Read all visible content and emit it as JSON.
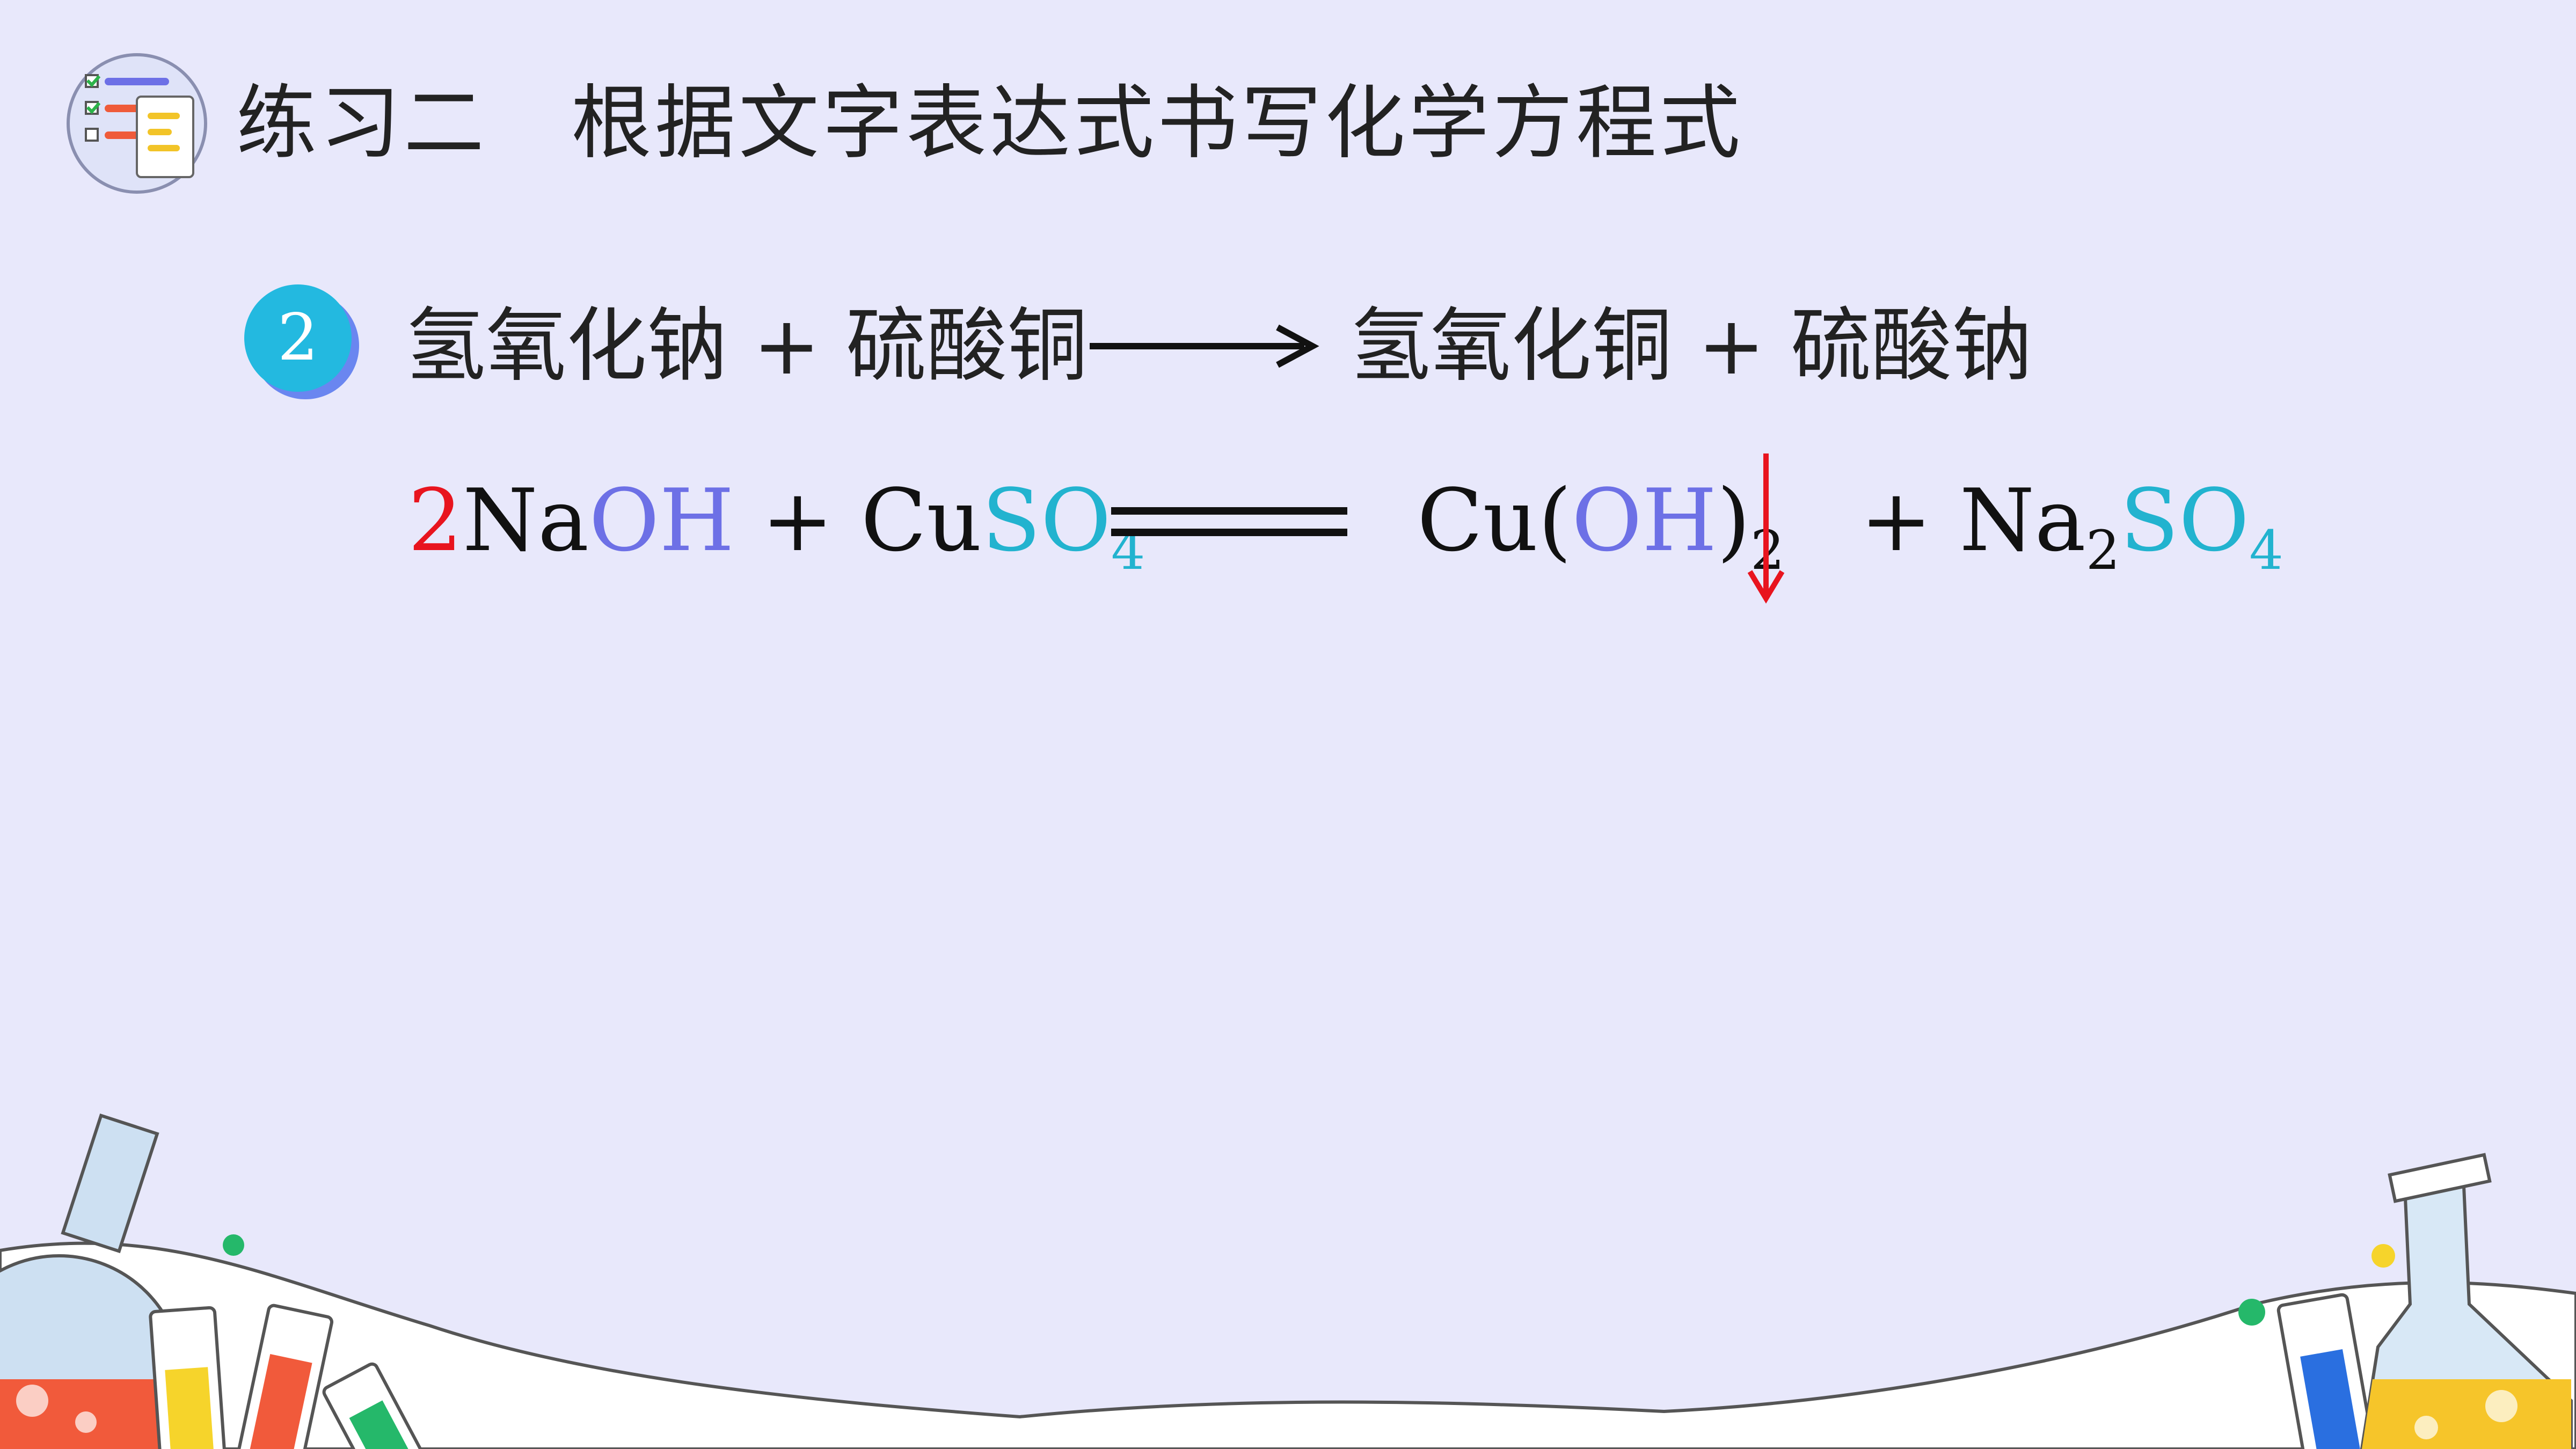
{
  "title": "练习二　根据文字表达式书写化学方程式",
  "problem": {
    "number": "2",
    "word_equation": {
      "left": "氢氧化钠 + 硫酸铜",
      "right": "氢氧化铜 + 硫酸钠"
    },
    "chemical_equation": {
      "left": {
        "coef": "2",
        "na": "Na",
        "oh": "OH",
        "plus": " + ",
        "cu": "Cu",
        "so": "SO",
        "sub4": "4"
      },
      "right": {
        "cu": "Cu(",
        "oh": "OH",
        "close": ")",
        "sub2": "2",
        "plus": " + Na",
        "na_sub": "2",
        "so": "SO",
        "sub4": "4"
      }
    }
  },
  "colors": {
    "background": "#e8e8fb",
    "coefficient": "#e8141e",
    "hydroxide": "#6d70e6",
    "sulfate": "#22b3cf",
    "badge": "#23b9e0",
    "precipitate_arrow": "#e8141e"
  },
  "icons": [
    "checklist-icon",
    "flask-icon",
    "test-tube-icon",
    "beaker-icon"
  ]
}
